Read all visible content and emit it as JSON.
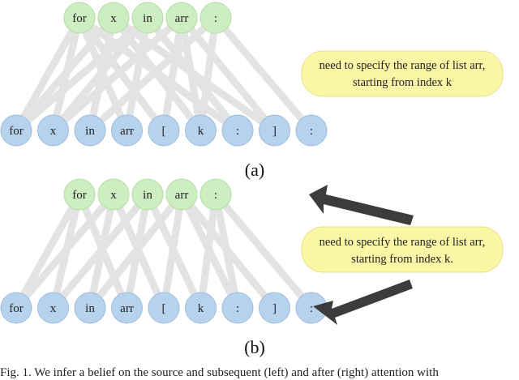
{
  "panel_a": {
    "label": "(a)",
    "source_tokens": [
      "for",
      "x",
      "in",
      "arr",
      ":"
    ],
    "target_tokens": [
      "for",
      "x",
      "in",
      "arr",
      "[",
      "k",
      ":",
      "]",
      ":"
    ],
    "note_lines": [
      "need to specify the range of list arr,",
      "starting from index k"
    ],
    "edges": [
      [
        0,
        0
      ],
      [
        0,
        1
      ],
      [
        0,
        3
      ],
      [
        0,
        4
      ],
      [
        0,
        6
      ],
      [
        1,
        0
      ],
      [
        1,
        2
      ],
      [
        1,
        5
      ],
      [
        1,
        7
      ],
      [
        2,
        0
      ],
      [
        2,
        1
      ],
      [
        2,
        3
      ],
      [
        2,
        6
      ],
      [
        3,
        1
      ],
      [
        3,
        4
      ],
      [
        3,
        5
      ],
      [
        3,
        7
      ],
      [
        4,
        2
      ],
      [
        4,
        5
      ],
      [
        4,
        8
      ]
    ]
  },
  "panel_b": {
    "label": "(b)",
    "source_tokens": [
      "for",
      "x",
      "in",
      "arr",
      ":"
    ],
    "target_tokens": [
      "for",
      "x",
      "in",
      "arr",
      "[",
      "k",
      ":",
      "]",
      ":"
    ],
    "note_lines": [
      "need to specify the range of list arr,",
      "starting from index k."
    ],
    "edges": [
      [
        0,
        0
      ],
      [
        0,
        1
      ],
      [
        0,
        3
      ],
      [
        1,
        0
      ],
      [
        1,
        2
      ],
      [
        1,
        4
      ],
      [
        2,
        1
      ],
      [
        2,
        3
      ],
      [
        2,
        5
      ],
      [
        3,
        2
      ],
      [
        3,
        4
      ],
      [
        3,
        6
      ],
      [
        3,
        7
      ],
      [
        4,
        5
      ],
      [
        4,
        6
      ],
      [
        4,
        8
      ]
    ]
  },
  "caption": "Fig. 1. We infer a belief on the source and subsequent (left) and after (right) attention with"
}
